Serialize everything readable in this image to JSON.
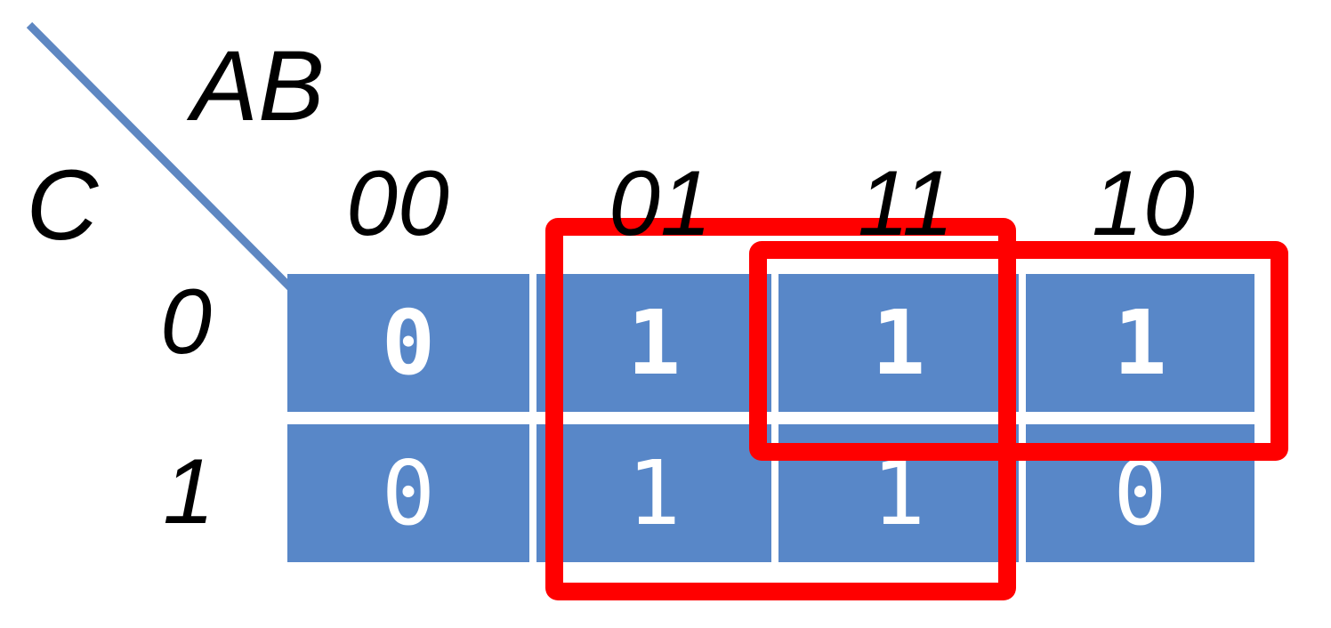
{
  "diagram": {
    "type": "karnaugh-map",
    "column_variable": "AB",
    "row_variable": "C",
    "column_labels": [
      "00",
      "01",
      "11",
      "10"
    ],
    "row_labels": [
      "0",
      "1"
    ],
    "cell_values": [
      [
        "0",
        "1",
        "1",
        "1"
      ],
      [
        "0",
        "1",
        "1",
        "0"
      ]
    ],
    "groups": [
      {
        "id": "group-columns-01-11",
        "covers": "columns 01 and 11, rows 0 and 1"
      },
      {
        "id": "group-row0-11-10",
        "covers": "row 0, columns 11 and 10"
      }
    ]
  },
  "colors": {
    "cell_fill": "#5887C8",
    "divider_line": "#5E87C2",
    "group_outline": "#FF0000",
    "cell_text": "#FFFFFF",
    "label_text": "#000000",
    "background": "#FFFFFF"
  }
}
